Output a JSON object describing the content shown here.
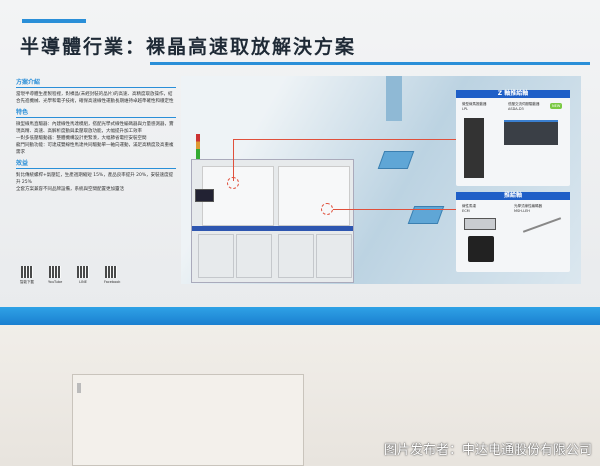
{
  "title": "半導體行業：裸晶高速取放解決方案",
  "left": {
    "intro_heading": "方案介紹",
    "intro_text": "當現半導體生產製程裡，對裸晶(未經封裝的晶片)的高速、高精度取放操作，結合先進機械、光學和電子技術，確保高速線性運動長期維持卓越準確性和穩定性",
    "features_heading": "特色",
    "features": [
      "微型線馬直驅器：內建線性馬達模組，搭配光學式線性編碼器與力量感測器，實現高精、高速、高解析度動與柔壓取放功能，大幅提升加工效率",
      "一對多低壓驅動器：整體機構設計更緊湊，大幅節省電控安裝空間",
      "龍門同動功能：可達成雙線性馬達共同驅動單一軸向運動，滿足高精度及高重複需求"
    ],
    "benefits_heading": "效益",
    "benefits": [
      "對比傳統螺桿+氣壓缸，生產週期縮短 15%，產品良率提升 20%，安裝速度提升 25%",
      "全套方案兼容不同品牌設備，系統與空間配置更加靈活"
    ],
    "qr_labels": [
      "智能下載",
      "YouTube",
      "LINE",
      "Facebook"
    ]
  },
  "z_axis": {
    "heading": "Z 軸推給軸",
    "item1_name": "微型線馬推動器",
    "item1_model": "LPL",
    "item2_name": "低壓交流伺服驅動器",
    "item2_model": "ASDA-D3",
    "badge": "NEW"
  },
  "feed_axis": {
    "heading": "推給軸",
    "item1_name": "線性馬達",
    "item1_model": "ECM",
    "item2_name": "光學式線性編碼器",
    "item2_model": "MSH-LEH"
  },
  "watermark": "图片发布者：中达电通股份有限公司",
  "colors": {
    "accent": "#2a8fd8",
    "header_blue": "#1f5fc7",
    "callout": "#e0503c"
  }
}
